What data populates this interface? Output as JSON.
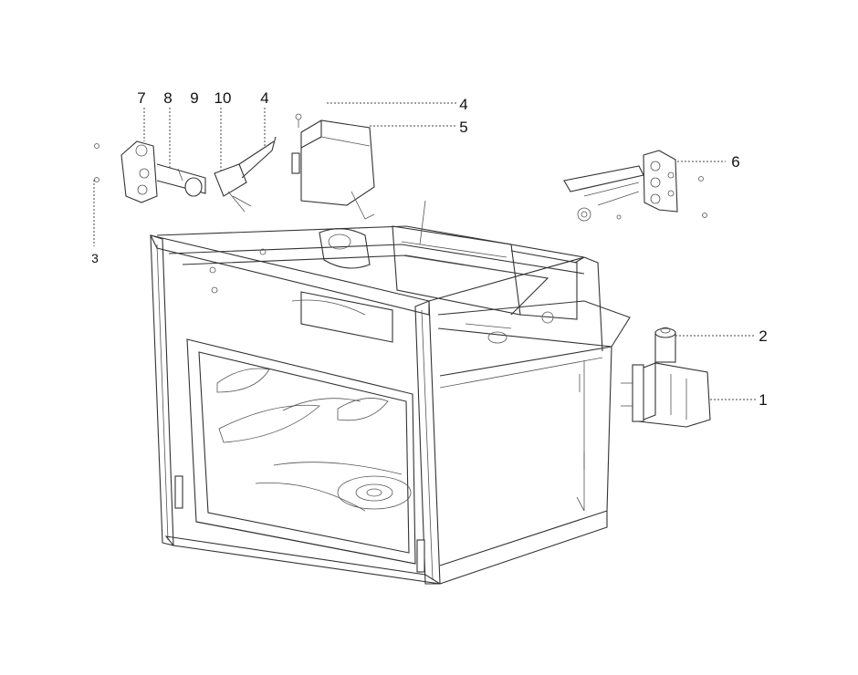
{
  "callouts": [
    {
      "id": "c1",
      "text": "1"
    },
    {
      "id": "c2",
      "text": "2"
    },
    {
      "id": "c3",
      "text": "3"
    },
    {
      "id": "c4a",
      "text": "4"
    },
    {
      "id": "c4b",
      "text": "4"
    },
    {
      "id": "c5",
      "text": "5"
    },
    {
      "id": "c6",
      "text": "6"
    },
    {
      "id": "c7",
      "text": "7"
    },
    {
      "id": "c8",
      "text": "8"
    },
    {
      "id": "c9",
      "text": "9"
    },
    {
      "id": "c10",
      "text": "10"
    }
  ]
}
